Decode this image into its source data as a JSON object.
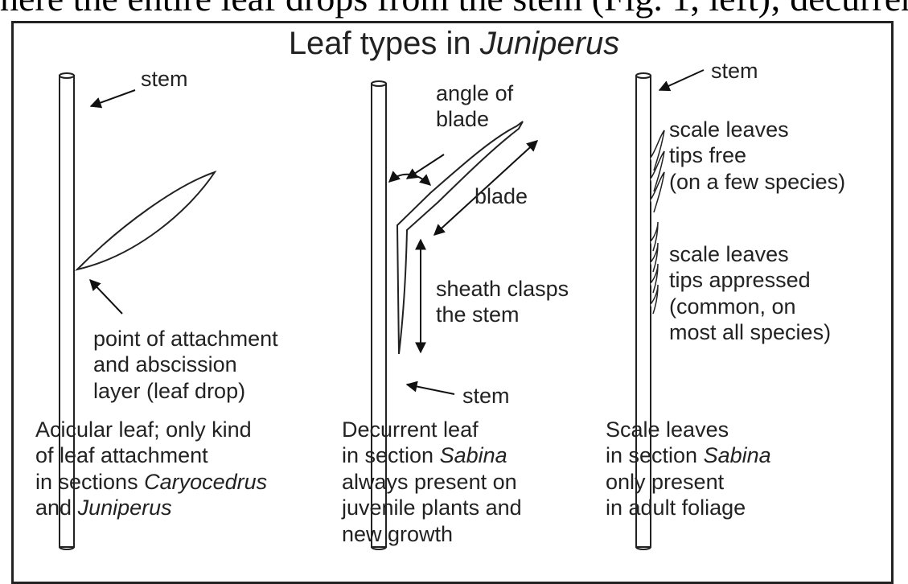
{
  "cropped_header": "here the entire leaf drops from the stem (Fig. 1, left); decurren",
  "figure": {
    "title_prefix": "Leaf types in ",
    "title_genus": "Juniperus"
  },
  "panel_acicular": {
    "stem_label": "stem",
    "attachment_label": [
      "point of attachment",
      "and abscission",
      "layer (leaf drop)"
    ],
    "caption": {
      "line1": "Acicular leaf; only kind",
      "line2": "of leaf attachment",
      "line3_prefix": "in sections ",
      "line3_italic": "Caryocedrus",
      "line4_prefix": "and ",
      "line4_italic": "Juniperus"
    }
  },
  "panel_decurrent": {
    "angle_label": [
      "angle of",
      "blade"
    ],
    "blade_label": "blade",
    "sheath_label": [
      "sheath clasps",
      "the stem"
    ],
    "stem_label": "stem",
    "caption": {
      "line1": "Decurrent leaf",
      "line2_prefix": "in section ",
      "line2_italic": "Sabina",
      "line3": "always present on",
      "line4": "juvenile plants and",
      "line5": "new growth"
    }
  },
  "panel_scale": {
    "stem_label": "stem",
    "free_label": [
      "scale leaves",
      "tips free",
      "(on a few species)"
    ],
    "appressed_label": [
      "scale leaves",
      "tips appressed",
      "(common, on",
      "most all species)"
    ],
    "caption": {
      "line1": "Scale leaves",
      "line2_prefix": "in section ",
      "line2_italic": "Sabina",
      "line3": "only present",
      "line4": "in adult foliage"
    }
  }
}
